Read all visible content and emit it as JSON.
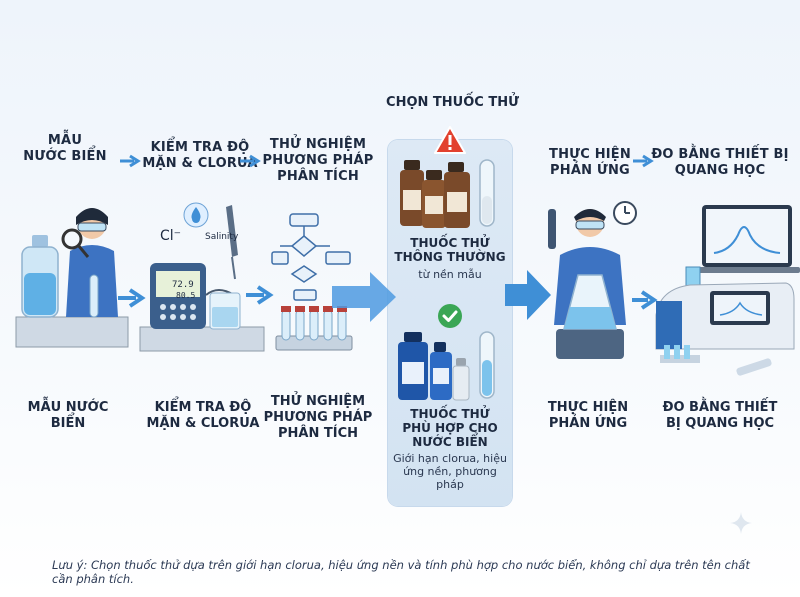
{
  "stages": [
    {
      "id": "sample",
      "title": "MẪU\nNƯỚC BIỂN",
      "caption": "MẪU NƯỚC\nBIỂN"
    },
    {
      "id": "salinity",
      "title": "KIỂM TRA ĐỘ\nMẶN & CLORUA",
      "caption": "KIỂM TRA ĐỘ\nMẶN & CLORUA"
    },
    {
      "id": "method",
      "title": "THỬ NGHIỆM\nPHƯƠNG PHÁP\nPHÂN TÍCH",
      "caption": "THỬ NGHIỆM\nPHƯƠNG PHÁP\nPHÂN TÍCH"
    },
    {
      "id": "reaction",
      "title": "THỰC HIỆN\nPHẢN ỨNG",
      "caption": "THỰC HIỆN\nPHẢN ỨNG"
    },
    {
      "id": "optical",
      "title": "ĐO BẰNG THIẾT BỊ\nQUANG HỌC",
      "caption": "ĐO BẰNG THIẾT\nBỊ QUANG HỌC"
    }
  ],
  "reagent_selection": {
    "title": "CHỌN THUỐC THỬ",
    "conventional": {
      "title": "THUỐC THỬ\nTHÔNG THƯỜNG",
      "subtitle": "từ nền mẫu"
    },
    "suitable": {
      "title": "THUỐC THỬ\nPHÙ HỢP CHO\nNƯỚC BIỂN",
      "subtitle": "Giới hạn clorua, hiệu\nứng nền, phương\npháp"
    }
  },
  "meter": {
    "chloride_symbol": "Cl⁻",
    "salinity_label": "Salinity",
    "reading_1": "72.9",
    "reading_2": "80.5"
  },
  "note": "Lưu ý: Chọn thuốc thử dựa trên giới hạn clorua, hiệu ứng nền và tính phù hợp cho nước biển, không chỉ dựa trên tên chất cần phân tích.",
  "colors": {
    "accent": "#3f8fd6",
    "warning": "#e2412e",
    "ok": "#3aa655",
    "bottle": "#7a4a2a",
    "blue_bottle": "#1f56a8"
  }
}
